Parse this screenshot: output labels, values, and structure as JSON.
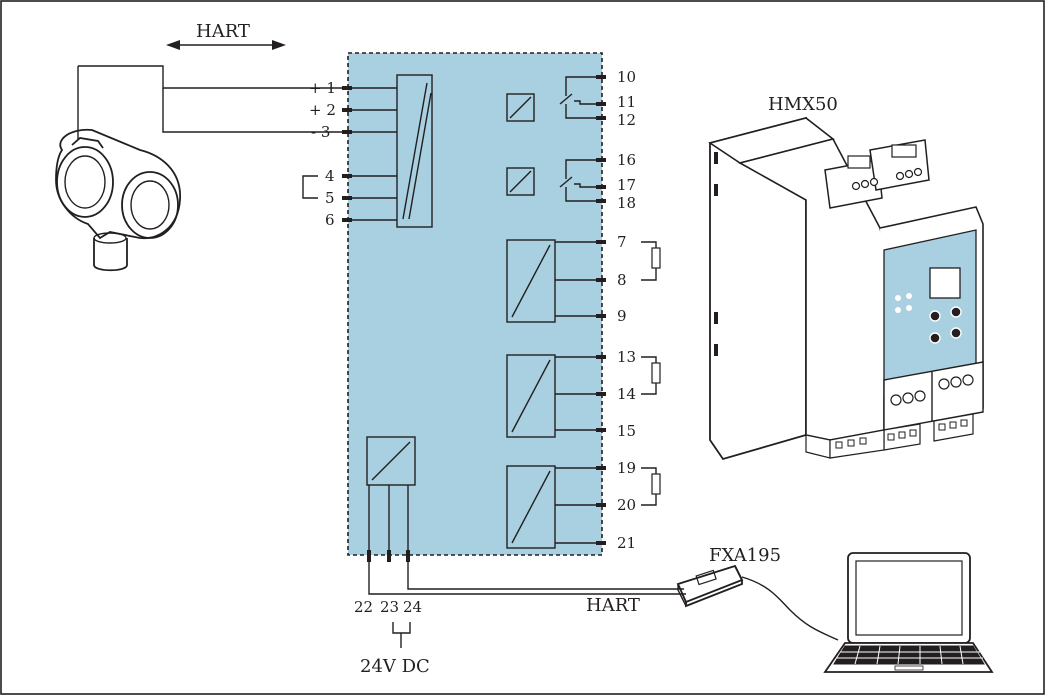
{
  "labels": {
    "hart_top": "HART",
    "hmx50": "HMX50",
    "fxa195": "FXA195",
    "hart_bottom": "HART",
    "supply": "24V DC"
  },
  "left_terminals": [
    "+ 1",
    "+ 2",
    "- 3",
    "4",
    "5",
    "6"
  ],
  "right_terminals": [
    "10",
    "11",
    "12",
    "16",
    "17",
    "18",
    "7",
    "8",
    "9",
    "13",
    "14",
    "15",
    "19",
    "20",
    "21"
  ],
  "bottom_terminals": [
    "22",
    "23",
    "24"
  ],
  "colors": {
    "module_fill": "#a8d0e0",
    "line": "#231f20",
    "display_panel": "#a8d0e0"
  },
  "icons": [
    "transmitter-icon",
    "hmx50-device-icon",
    "fxa195-modem-icon",
    "laptop-icon"
  ]
}
